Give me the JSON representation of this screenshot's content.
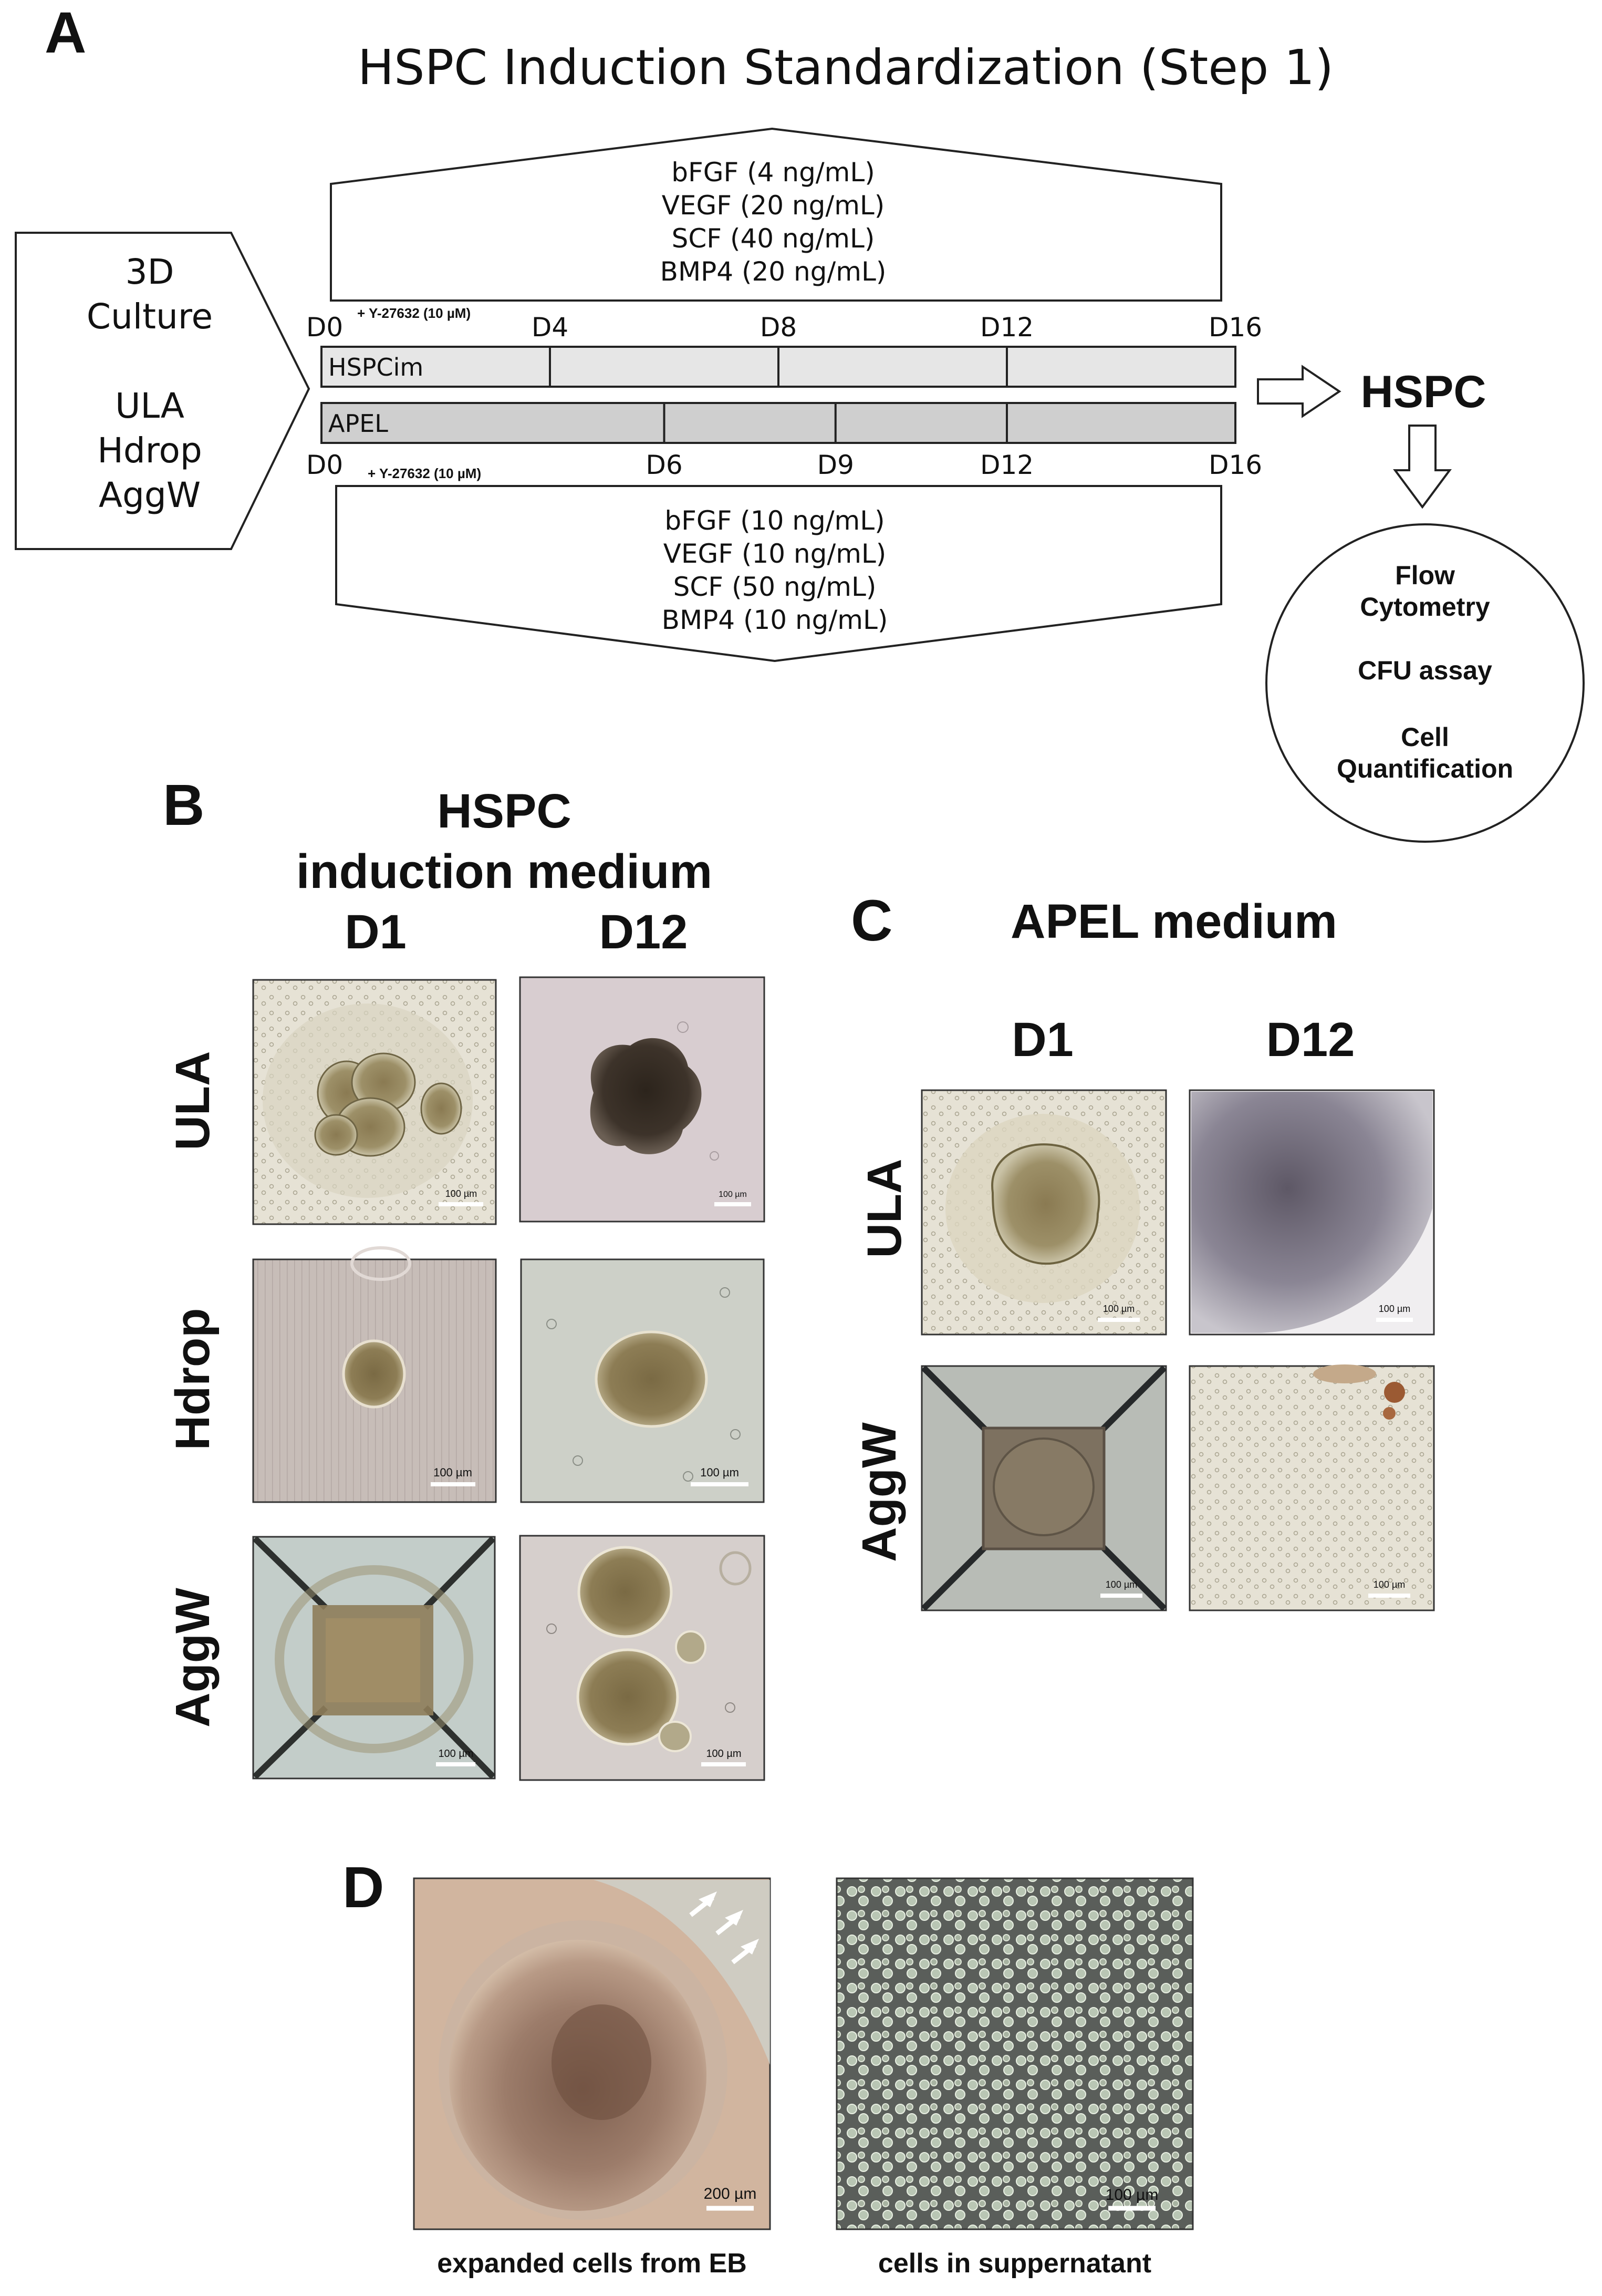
{
  "panel_letters": {
    "a": "A",
    "b": "B",
    "c": "C",
    "d": "D"
  },
  "panel_a": {
    "title": "HSPC Induction Standardization (Step 1)",
    "culture_box": {
      "line1": "3D",
      "line2": "Culture",
      "line3": "ULA",
      "line4": "Hdrop",
      "line5": "AggW"
    },
    "top_factors": [
      "bFGF (4 ng/mL)",
      "VEGF (20 ng/mL)",
      "SCF (40 ng/mL)",
      "BMP4 (20 ng/mL)"
    ],
    "bottom_factors": [
      "bFGF (10 ng/mL)",
      "VEGF (10 ng/mL)",
      "SCF (50 ng/mL)",
      "BMP4 (10 ng/mL)"
    ],
    "hspcim": {
      "label": "HSPCim",
      "rock_note": "+ Y-27632 (10 µM)",
      "days": [
        "D0",
        "D4",
        "D8",
        "D12",
        "D16"
      ],
      "day_values": [
        0,
        4,
        8,
        12,
        16
      ]
    },
    "apel": {
      "label": "APEL",
      "rock_note": "+ Y-27632 (10 µM)",
      "days": [
        "D0",
        "D6",
        "D9",
        "D12",
        "D16"
      ],
      "day_values": [
        0,
        6,
        9,
        12,
        16
      ]
    },
    "output_label": "HSPC",
    "assays": {
      "flow1": "Flow",
      "flow2": "Cytometry",
      "cfu": "CFU assay",
      "cell1": "Cell",
      "cell2": "Quantification"
    }
  },
  "panel_b": {
    "title1": "HSPC",
    "title2": "induction medium",
    "columns": [
      "D1",
      "D12"
    ],
    "rows": [
      "ULA",
      "Hdrop",
      "AggW"
    ],
    "scale_bar": "100 µm"
  },
  "panel_c": {
    "title": "APEL medium",
    "columns": [
      "D1",
      "D12"
    ],
    "rows": [
      "ULA",
      "AggW"
    ],
    "scale_bar": "100 µm"
  },
  "panel_d": {
    "left_caption": "expanded cells from EB",
    "right_caption": "cells in suppernatant",
    "left_scale": "200 µm",
    "right_scale": "100 µm"
  },
  "colors": {
    "bar_hspcim": "#e6e6e6",
    "bar_apel": "#cfcfcf",
    "stroke": "#222222"
  }
}
